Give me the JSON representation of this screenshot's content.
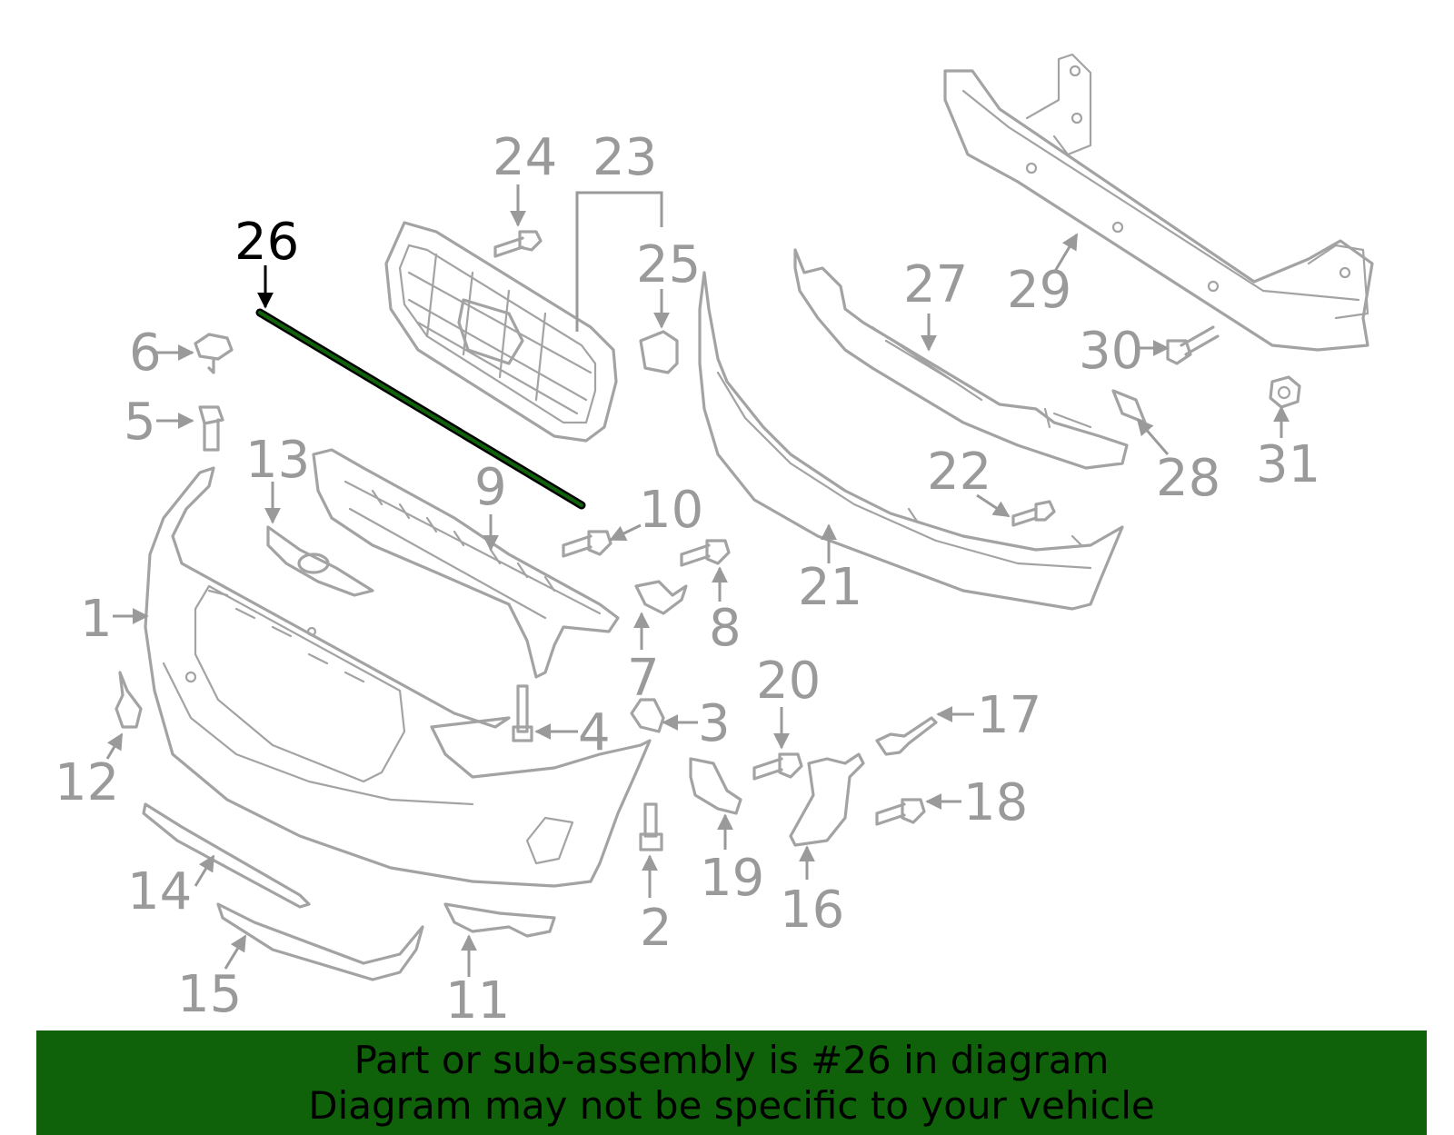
{
  "diagram": {
    "highlighted_part": "26",
    "accent_color": "#10620a",
    "part_color": "#a3a3a3",
    "callouts": [
      "1",
      "2",
      "3",
      "4",
      "5",
      "6",
      "7",
      "8",
      "9",
      "10",
      "11",
      "12",
      "13",
      "14",
      "15",
      "16",
      "17",
      "18",
      "19",
      "20",
      "21",
      "22",
      "23",
      "24",
      "25",
      "26",
      "27",
      "28",
      "29",
      "30",
      "31"
    ]
  },
  "banner": {
    "line1": "Part or sub-assembly is #26 in diagram",
    "line2": "Diagram may not be specific to your vehicle"
  }
}
